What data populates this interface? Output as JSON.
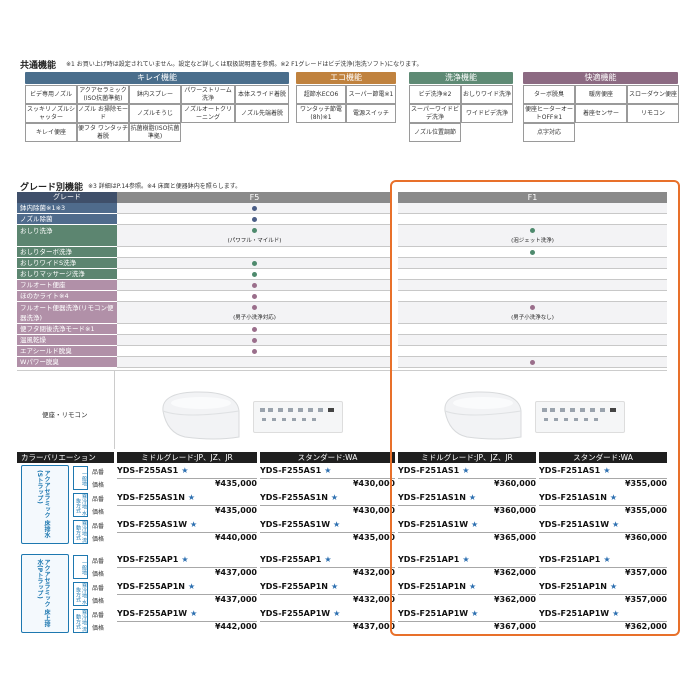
{
  "common": {
    "title": "共通機能",
    "note": "※1 お買い上げ時は設定されていません。設定など詳しくは取扱説明書を参照。※2 F1グレードはビデ洗浄(泡洗ソフト)になります。",
    "groups": [
      {
        "name": "キレイ機能",
        "color": "#4a6e8c",
        "items": [
          "ビデ専用ノズル",
          "アクアセラミック(ISO抗菌準拠)",
          "鉢内スプレー",
          "パワーストリーム洗浄",
          "本体スライド着脱",
          "スッキリノズルシャッター",
          "ノズル お掃除モード",
          "ノズルそうじ",
          "ノズルオートクリーニング",
          "ノズル先端着脱",
          "キレイ便座",
          "便フタ ワンタッチ着脱",
          "抗菌樹脂(ISO抗菌準拠)"
        ]
      },
      {
        "name": "エコ機能",
        "color": "#c0823e",
        "items": [
          "超節水ECO6",
          "スーパー節電※1",
          "ワンタッチ節電(8h)※1",
          "電源スイッチ"
        ]
      },
      {
        "name": "洗浄機能",
        "color": "#5e8a74",
        "items": [
          "ビデ洗浄※2",
          "おしりワイド洗浄",
          "スーパーワイドビデ洗浄",
          "ワイドビデ洗浄",
          "ノズル位置調節"
        ]
      },
      {
        "name": "快適機能",
        "color": "#8c6a82",
        "items": [
          "ターボ脱臭",
          "暖房便座",
          "スローダウン便座",
          "便座ヒーターオートOFF※1",
          "着座センサー",
          "リモコン",
          "点字対応"
        ]
      }
    ]
  },
  "grade": {
    "title": "グレード別機能",
    "note": "※3 詳細はP.14参照。※4 床面と便器鉢内を照らします。",
    "header_label": "グレード",
    "col_f5": "F5",
    "col_f1": "F1",
    "rows": [
      {
        "label": "鉢内除菌※1※3",
        "color": "#4f6b8c",
        "f5": "●",
        "f1": "",
        "f5c": "#4a5d86",
        "f1c": ""
      },
      {
        "label": "ノズル除菌",
        "color": "#4f6b8c",
        "f5": "●",
        "f1": "",
        "f5c": "#4a5d86",
        "f1c": ""
      },
      {
        "label": "おしり洗浄",
        "color": "#5c8570",
        "f5": "●",
        "f1": "●",
        "f5c": "#4e8a6d",
        "f1c": "#4e8a6d",
        "f5s": "(パワフル・マイルド)",
        "f1s": "(泡ジェット洗浄)"
      },
      {
        "label": "おしりターボ洗浄",
        "color": "#5c8570",
        "f5": "",
        "f1": "●",
        "f5c": "",
        "f1c": "#4e8a6d"
      },
      {
        "label": "おしりワイドS洗浄",
        "color": "#5c8570",
        "f5": "●",
        "f1": "",
        "f5c": "#4e8a6d",
        "f1c": ""
      },
      {
        "label": "おしりマッサージ洗浄",
        "color": "#5c8570",
        "f5": "●",
        "f1": "",
        "f5c": "#4e8a6d",
        "f1c": ""
      },
      {
        "label": "フルオート便座",
        "color": "#b190a8",
        "f5": "●",
        "f1": "",
        "f5c": "#9a6e8b",
        "f1c": ""
      },
      {
        "label": "ほのかライト※4",
        "color": "#b190a8",
        "f5": "●",
        "f1": "",
        "f5c": "#9a6e8b",
        "f1c": ""
      },
      {
        "label": "フルオート便器洗浄(リモコン便器洗浄)",
        "color": "#b190a8",
        "f5": "●",
        "f1": "●",
        "f5c": "#9a6e8b",
        "f1c": "#9a6e8b",
        "f5s": "(男子小洗浄対応)",
        "f1s": "(男子小洗浄なし)"
      },
      {
        "label": "便フタ閉後洗浄モード※1",
        "color": "#b190a8",
        "f5": "●",
        "f1": "",
        "f5c": "#9a6e8b",
        "f1c": ""
      },
      {
        "label": "温風乾燥",
        "color": "#b190a8",
        "f5": "●",
        "f1": "",
        "f5c": "#9a6e8b",
        "f1c": ""
      },
      {
        "label": "エアシールド脱臭",
        "color": "#b190a8",
        "f5": "●",
        "f1": "",
        "f5c": "#9a6e8b",
        "f1c": ""
      },
      {
        "label": "Wパワー脱臭",
        "color": "#b190a8",
        "f5": "",
        "f1": "●",
        "f5c": "",
        "f1c": "#9a6e8b"
      }
    ]
  },
  "image_label": "便座・リモコン",
  "models": {
    "variation_header": "カラーバリエーション",
    "col_heads": [
      "ミドルグレード:JP、JZ、JR",
      "スタンダード:WA",
      "ミドルグレード:JP、JZ、JR",
      "スタンダード:WA"
    ],
    "hinban": "品番",
    "kakaku": "価格",
    "star": "★",
    "group1_label": "アクアセラミック 床排水(Sトラップ)",
    "group2_label": "アクアセラミック 床上排水(Pトラップ)",
    "kinds": [
      "一般地",
      "寒冷地 水抜方式",
      "寒冷地 流動方式"
    ],
    "grid": [
      [
        {
          "pn": "YDS-F255AS1",
          "pr": "¥435,000"
        },
        {
          "pn": "YDS-F255AS1",
          "pr": "¥430,000"
        },
        {
          "pn": "YDS-F251AS1",
          "pr": "¥360,000"
        },
        {
          "pn": "YDS-F251AS1",
          "pr": "¥355,000"
        }
      ],
      [
        {
          "pn": "YDS-F255AS1N",
          "pr": "¥435,000"
        },
        {
          "pn": "YDS-F255AS1N",
          "pr": "¥430,000"
        },
        {
          "pn": "YDS-F251AS1N",
          "pr": "¥360,000"
        },
        {
          "pn": "YDS-F251AS1N",
          "pr": "¥355,000"
        }
      ],
      [
        {
          "pn": "YDS-F255AS1W",
          "pr": "¥440,000"
        },
        {
          "pn": "YDS-F255AS1W",
          "pr": "¥435,000"
        },
        {
          "pn": "YDS-F251AS1W",
          "pr": "¥365,000"
        },
        {
          "pn": "YDS-F251AS1W",
          "pr": "¥360,000"
        }
      ],
      [
        {
          "pn": "YDS-F255AP1",
          "pr": "¥437,000"
        },
        {
          "pn": "YDS-F255AP1",
          "pr": "¥432,000"
        },
        {
          "pn": "YDS-F251AP1",
          "pr": "¥362,000"
        },
        {
          "pn": "YDS-F251AP1",
          "pr": "¥357,000"
        }
      ],
      [
        {
          "pn": "YDS-F255AP1N",
          "pr": "¥437,000"
        },
        {
          "pn": "YDS-F255AP1N",
          "pr": "¥432,000"
        },
        {
          "pn": "YDS-F251AP1N",
          "pr": "¥362,000"
        },
        {
          "pn": "YDS-F251AP1N",
          "pr": "¥357,000"
        }
      ],
      [
        {
          "pn": "YDS-F255AP1W",
          "pr": "¥442,000"
        },
        {
          "pn": "YDS-F255AP1W",
          "pr": "¥437,000"
        },
        {
          "pn": "YDS-F251AP1W",
          "pr": "¥367,000"
        },
        {
          "pn": "YDS-F251AP1W",
          "pr": "¥362,000"
        }
      ]
    ]
  }
}
